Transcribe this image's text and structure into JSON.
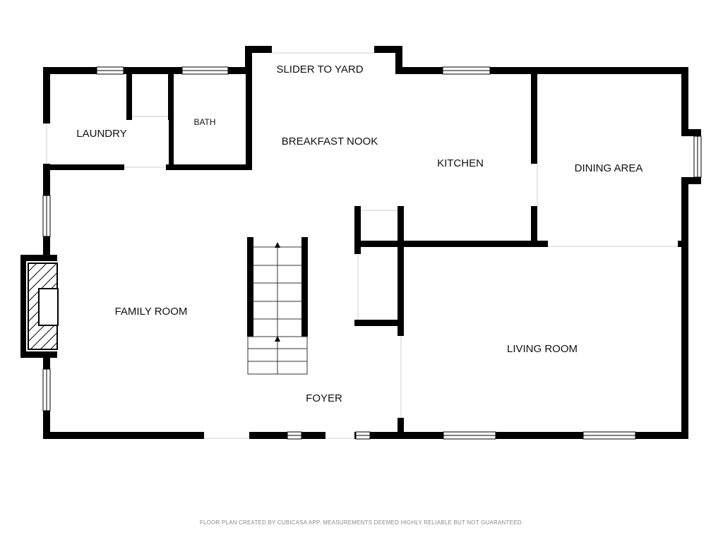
{
  "rooms": {
    "slider": "SLIDER TO YARD",
    "laundry": "LAUNDRY",
    "bath": "BATH",
    "breakfast_nook": "BREAKFAST NOOK",
    "kitchen": "KITCHEN",
    "dining_area": "DINING AREA",
    "family_room": "FAMILY ROOM",
    "living_room": "LIVING ROOM",
    "foyer": "FOYER"
  },
  "footer": {
    "disclaimer": "FLOOR PLAN CREATED BY CUBICASA APP. MEASUREMENTS DEEMED HIGHLY RELIABLE BUT NOT GUARANTEED."
  },
  "colors": {
    "wall": "#000000",
    "background": "#ffffff",
    "footer_text": "#8a8a8a"
  },
  "icons": [
    "stair-arrow-icon",
    "fireplace-icon"
  ]
}
